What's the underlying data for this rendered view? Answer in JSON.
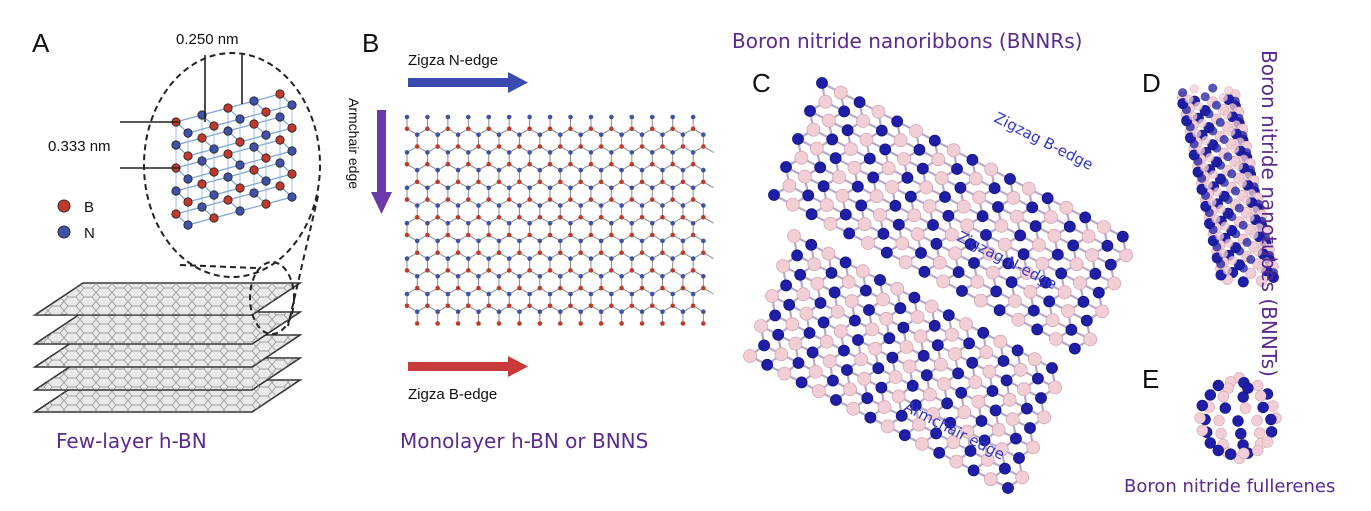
{
  "panels": {
    "a": {
      "letter": "A",
      "dist_top": "0.250 nm",
      "dist_side": "0.333 nm",
      "legend": [
        {
          "label": "B",
          "color": "#c0392b"
        },
        {
          "label": "N",
          "color": "#3f51a8"
        }
      ],
      "caption": "Few-layer h-BN"
    },
    "b": {
      "letter": "B",
      "arrow_top_label": "Zigza N-edge",
      "arrow_left_label": "Armchair edge",
      "arrow_bottom_label": "Zigza B-edge",
      "caption": "Monolayer h-BN or BNNS"
    },
    "top_title": "Boron nitride nanoribbons (BNNRs)",
    "c": {
      "letter": "C",
      "zigzag_b": "Zigzag B-edge",
      "zigzag_n": "Zigzag N-edge",
      "armchair": "Armchair edge"
    },
    "d": {
      "letter": "D",
      "vertical_label": "Boron nitride nanotubes (BNNTs)"
    },
    "e": {
      "letter": "E",
      "caption": "Boron nitride fullerenes"
    }
  },
  "colors": {
    "b_atom": "#c0392b",
    "n_atom": "#3f51a8",
    "ribbon_n": "#1e1ea8",
    "ribbon_b": "#f2cfd6",
    "arrow_blue": "#3c4bb0",
    "arrow_purple": "#6a3aa8",
    "arrow_red": "#c93a3a",
    "caption_purple": "#5a2a91",
    "edge_blue": "#3535c8"
  }
}
